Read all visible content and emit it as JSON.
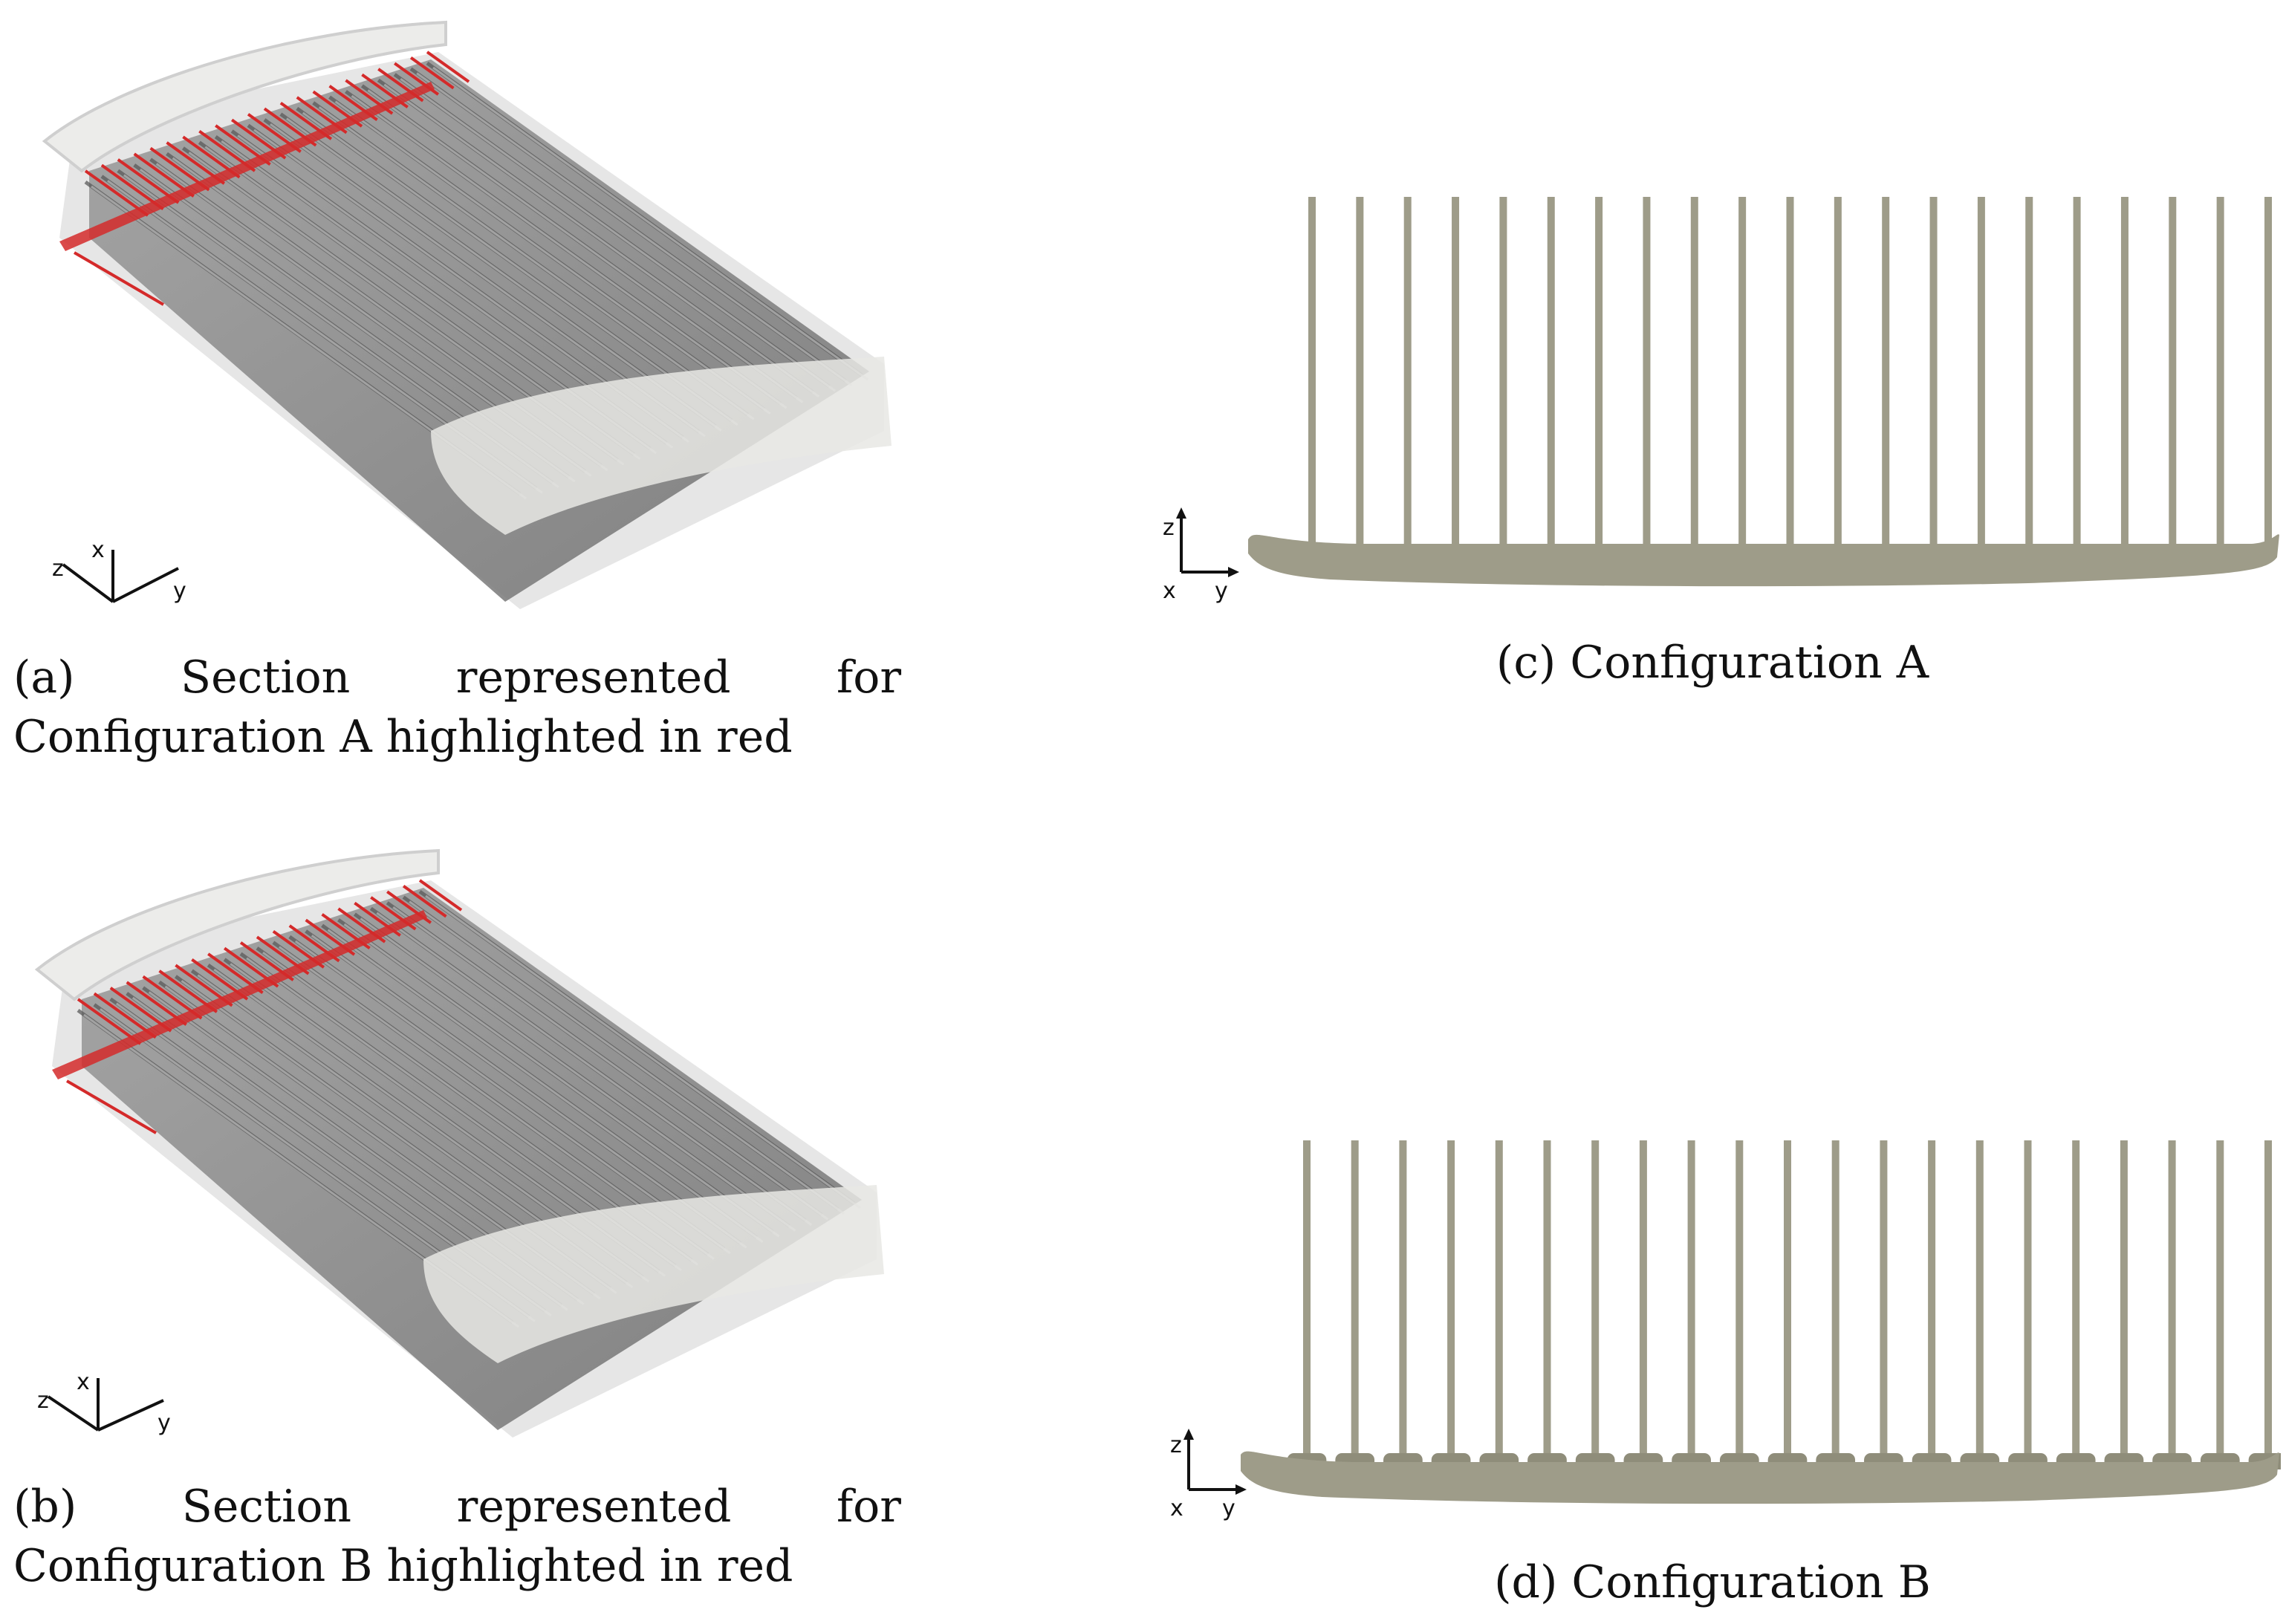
{
  "figure": {
    "panels": {
      "a": {
        "caption": "(a) Section represented for Configuration A highlighted in red",
        "axes": {
          "x": "x",
          "y": "y",
          "z": "z"
        }
      },
      "b": {
        "caption": "(b) Section represented for Configuration B highlighted in red",
        "axes": {
          "x": "x",
          "y": "y",
          "z": "z"
        }
      },
      "c": {
        "caption": "(c) Configuration A",
        "axes": {
          "x": "x",
          "y": "y",
          "z": "z"
        },
        "fin_count": 21
      },
      "d": {
        "caption": "(d) Configuration B",
        "axes": {
          "x": "x",
          "y": "y",
          "z": "z"
        },
        "fin_count": 21
      }
    },
    "colors": {
      "section_fill": "#9e9c89",
      "highlight": "#d42a2a",
      "body_gray": "#8c8c8c",
      "shell_light": "#e4e4e2"
    }
  }
}
